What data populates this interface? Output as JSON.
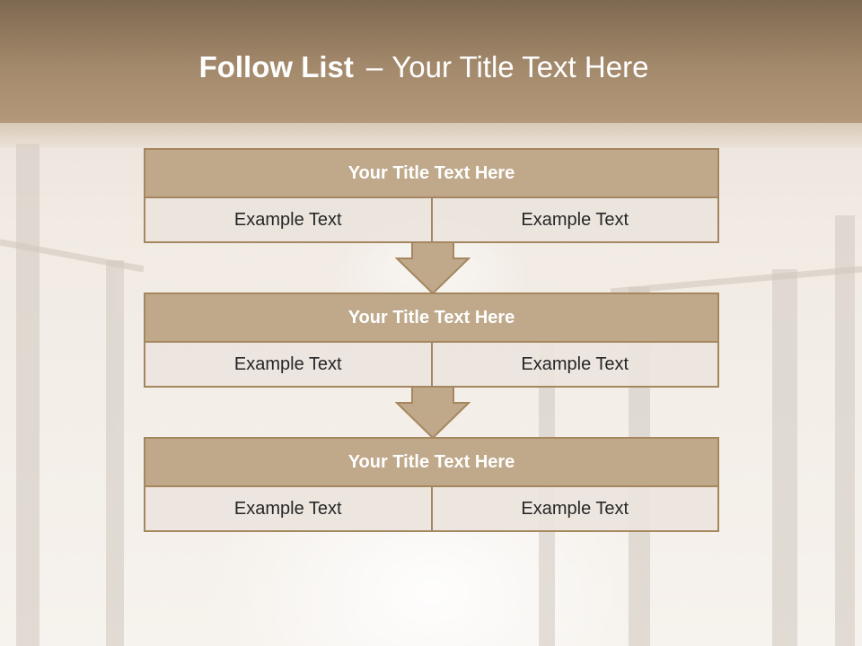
{
  "slide": {
    "title_bold": "Follow List",
    "title_dash": "–",
    "title_rest": "Your Title Text Here"
  },
  "blocks": [
    {
      "title": "Your Title Text Here",
      "left": "Example Text",
      "right": "Example Text"
    },
    {
      "title": "Your Title Text Here",
      "left": "Example Text",
      "right": "Example Text"
    },
    {
      "title": "Your Title Text Here",
      "left": "Example Text",
      "right": "Example Text"
    }
  ],
  "colors": {
    "header": "#a48a6c",
    "block_title_fill": "#c0a98b",
    "block_border": "#a4875f",
    "cell_fill": "#ece4de",
    "arrow_fill": "#c0a98b"
  }
}
